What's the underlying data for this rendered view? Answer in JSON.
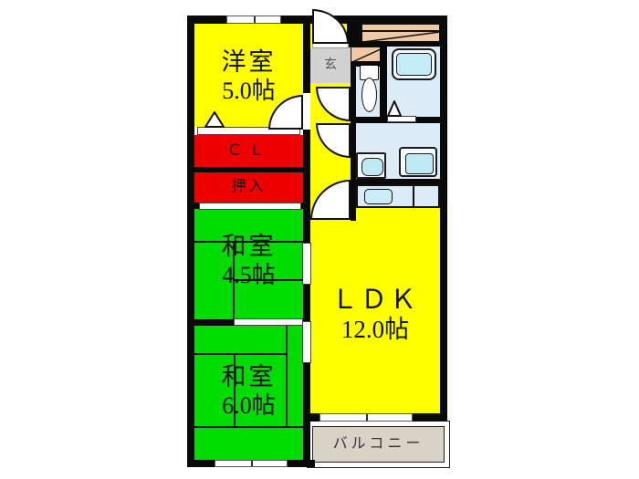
{
  "plan": {
    "type": "japanese-apartment-floor-plan",
    "rooms": {
      "western": {
        "name": "洋室",
        "size": "5.0帖"
      },
      "closet": {
        "label": "ＣＬ"
      },
      "oshiire": {
        "label": "押入"
      },
      "japanese45": {
        "name": "和室",
        "size": "4.5帖"
      },
      "japanese60": {
        "name": "和室",
        "size": "6.0帖"
      },
      "ldk": {
        "name": "ＬＤＫ",
        "size": "12.0帖"
      },
      "genkan": {
        "label": "玄"
      },
      "balcony": {
        "label": "バルコニー"
      }
    },
    "fixtures": [
      "toilet-icon",
      "bathtub-icon",
      "washbasin-icon",
      "washing-machine-icon",
      "kitchen-sink-icon",
      "shoe-cabinet-icon",
      "entrance-door-arc-icon",
      "interior-door-arc-icon",
      "sliding-window-icon",
      "fusuma-sliding-door-icon",
      "door-swing-triangle-icon"
    ],
    "colors": {
      "wall": "#0a0a0a",
      "western_room": "#ffff00",
      "ldk": "#ffff00",
      "japanese_room": "#00dc00",
      "closet": "#ee0000",
      "wet_area_floor": "#dcebf5",
      "fixture_cyan": "#bfe9f5",
      "shoe_storage": "#f0c8a4",
      "genkan": "#d2d2d2",
      "balcony": "#d9d2c7",
      "background": "#ffffff"
    }
  }
}
